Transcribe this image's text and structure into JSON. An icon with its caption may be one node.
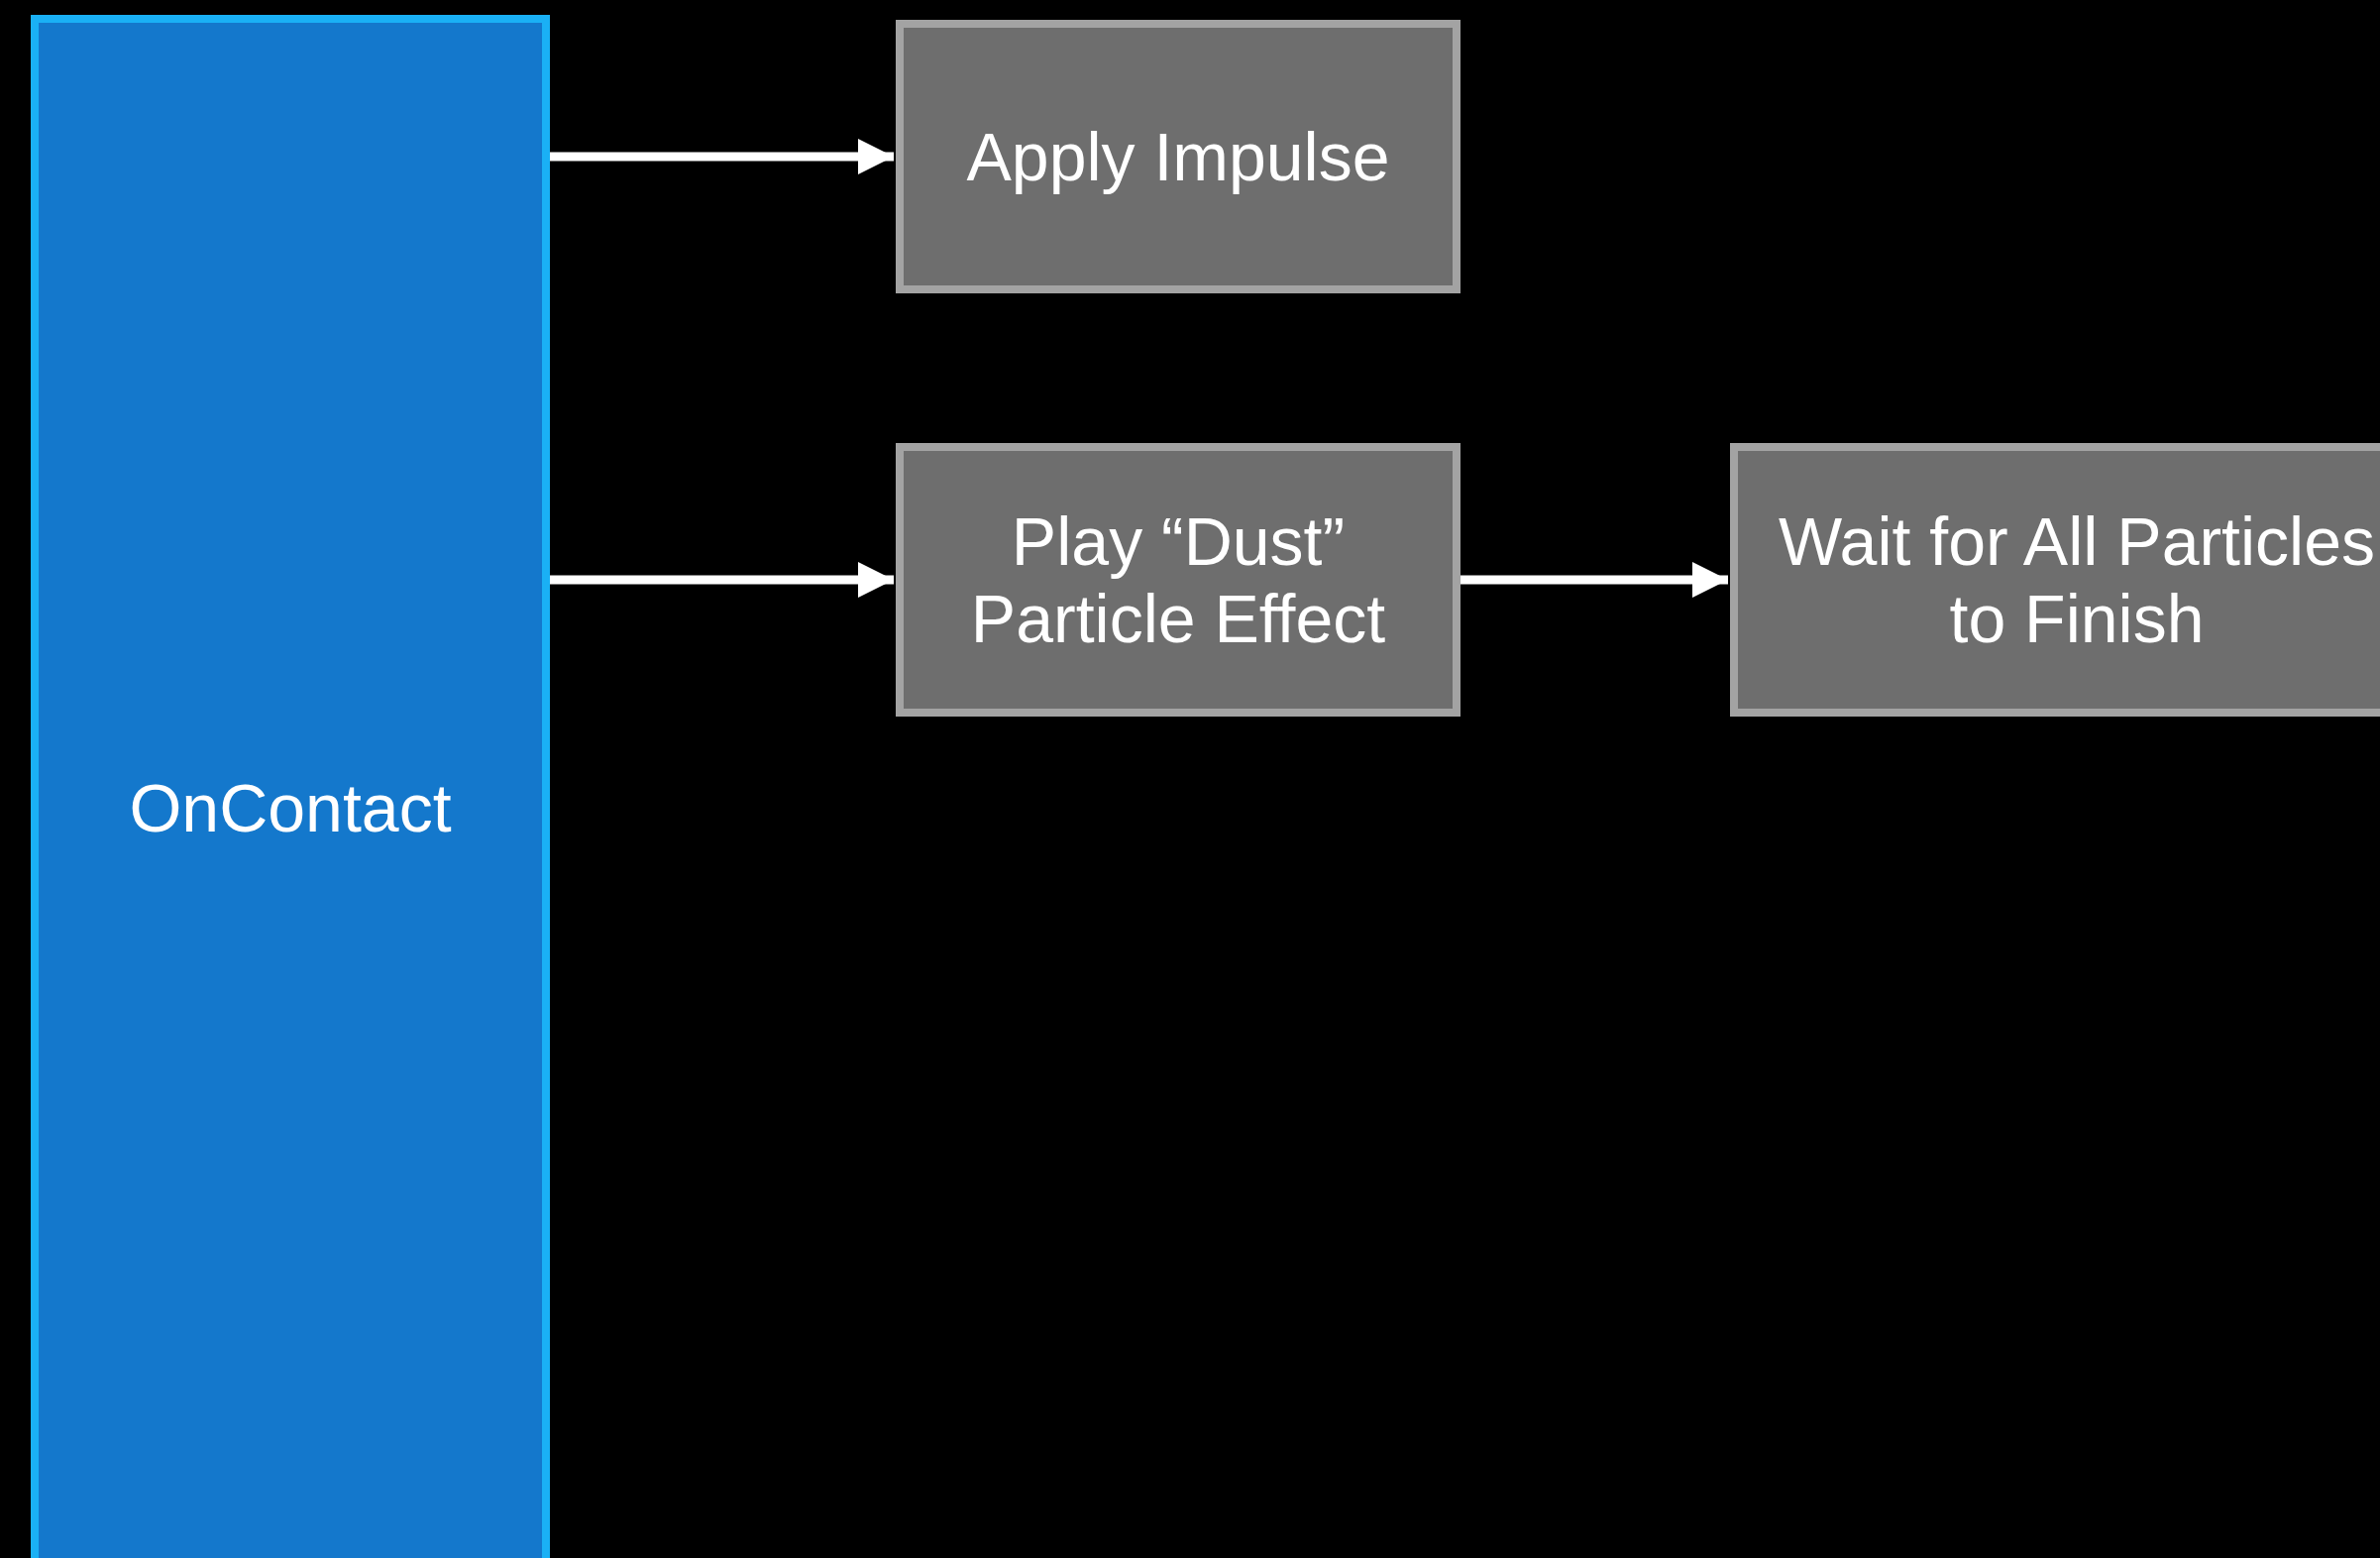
{
  "diagram": {
    "nodes": [
      {
        "text": [
          "OnContact"
        ]
      },
      {
        "text": [
          "Apply Impulse"
        ]
      },
      {
        "text": [
          "Play “Dust” Particle Effect"
        ]
      },
      {
        "text": [
          "Wait for All Particles to Finish"
        ]
      }
    ],
    "edges": [
      {
        "from": 0,
        "to": 1,
        "arrow": "to"
      },
      {
        "from": 0,
        "to": 2,
        "arrow": "to"
      },
      {
        "from": 2,
        "to": 3,
        "arrow": "to"
      }
    ]
  }
}
